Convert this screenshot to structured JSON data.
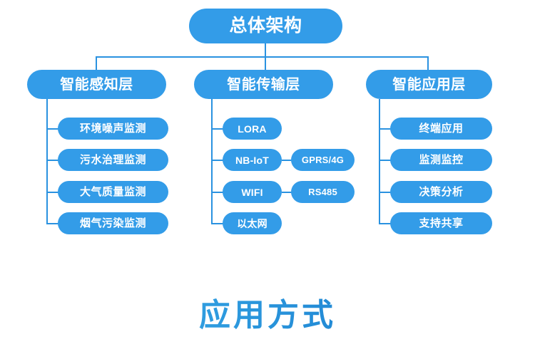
{
  "theme": {
    "node_fill": "#339CE8",
    "line_color": "#2A92E0",
    "node_text": "#FFFFFF",
    "heading_gradient_from": "#45AEE4",
    "heading_gradient_to": "#1576C6",
    "background": "#FFFFFF"
  },
  "diagram": {
    "root": {
      "label": "总体架构"
    },
    "branches": [
      {
        "label": "智能感知层",
        "items": [
          {
            "label": "环境噪声监测"
          },
          {
            "label": "污水治理监测"
          },
          {
            "label": "大气质量监测"
          },
          {
            "label": "烟气污染监测"
          }
        ]
      },
      {
        "label": "智能传输层",
        "items": [
          {
            "label": "LORA",
            "side": null
          },
          {
            "label": "NB-IoT",
            "side": "GPRS/4G"
          },
          {
            "label": "WIFI",
            "side": "RS485"
          },
          {
            "label": "以太网",
            "side": null
          }
        ]
      },
      {
        "label": "智能应用层",
        "items": [
          {
            "label": "终端应用"
          },
          {
            "label": "监测监控"
          },
          {
            "label": "决策分析"
          },
          {
            "label": "支持共享"
          }
        ]
      }
    ]
  },
  "footer": {
    "heading": "应用方式"
  }
}
